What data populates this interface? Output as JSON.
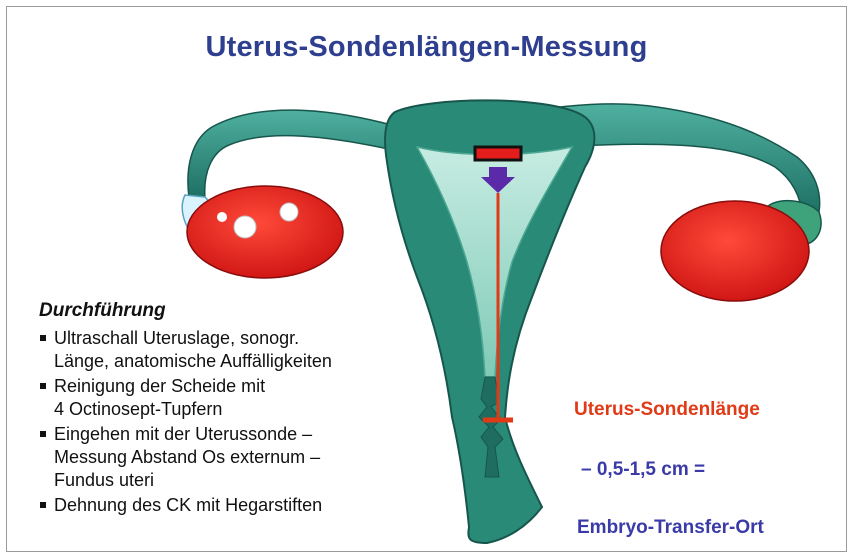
{
  "title": "Uterus-Sondenlängen-Messung",
  "procedure": {
    "heading": "Durchführung",
    "items": [
      "Ultraschall Uteruslage, sonogr.\nLänge, anatomische Auffälligkeiten",
      "Reinigung der Scheide mit\n4 Octinosept-Tupfern",
      "Eingehen mit der Uterussonde –\nMessung  Abstand Os externum –\nFundus uteri",
      "Dehnung des CK mit Hegarstiften"
    ]
  },
  "labels": {
    "probe_length": "Uterus-Sondenlänge",
    "distance": "– 0,5-1,5 cm  =",
    "transfer_site": "Embryo-Transfer-Ort"
  },
  "colors": {
    "title": "#2f3f8f",
    "uterus": "#2a8a78",
    "uterus_light": "#9fd8c8",
    "ovary": "#e31c1c",
    "probe": "#e03a17",
    "marker_arrow": "#5a2aa8",
    "label_red": "#e03a17",
    "label_blue": "#3a3aa8"
  }
}
